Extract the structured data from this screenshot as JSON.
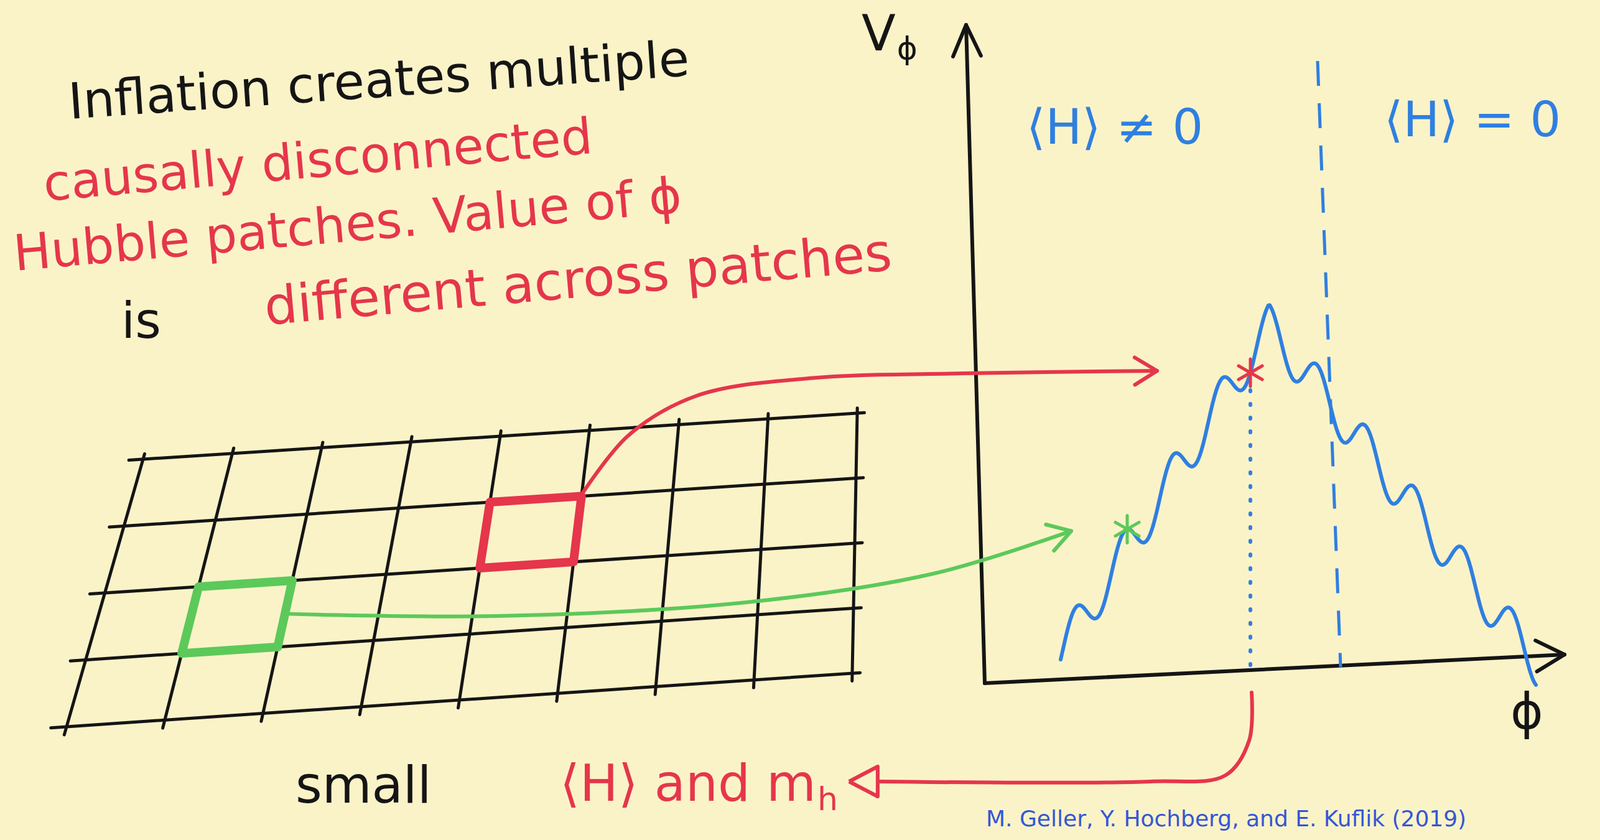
{
  "diagram": {
    "labels": [
      "Inflation creates multiple",
      "causally disconnected",
      "Hubble patches. Value of ϕ",
      "is",
      "different across patches",
      "V",
      "ϕ",
      "⟨H⟩ ≠ 0",
      "⟨H⟩ = 0",
      "ϕ",
      "small",
      "⟨H⟩ and m",
      "h",
      "M. Geller, Y. Hochberg, and E. Kuflik (2019)"
    ]
  }
}
